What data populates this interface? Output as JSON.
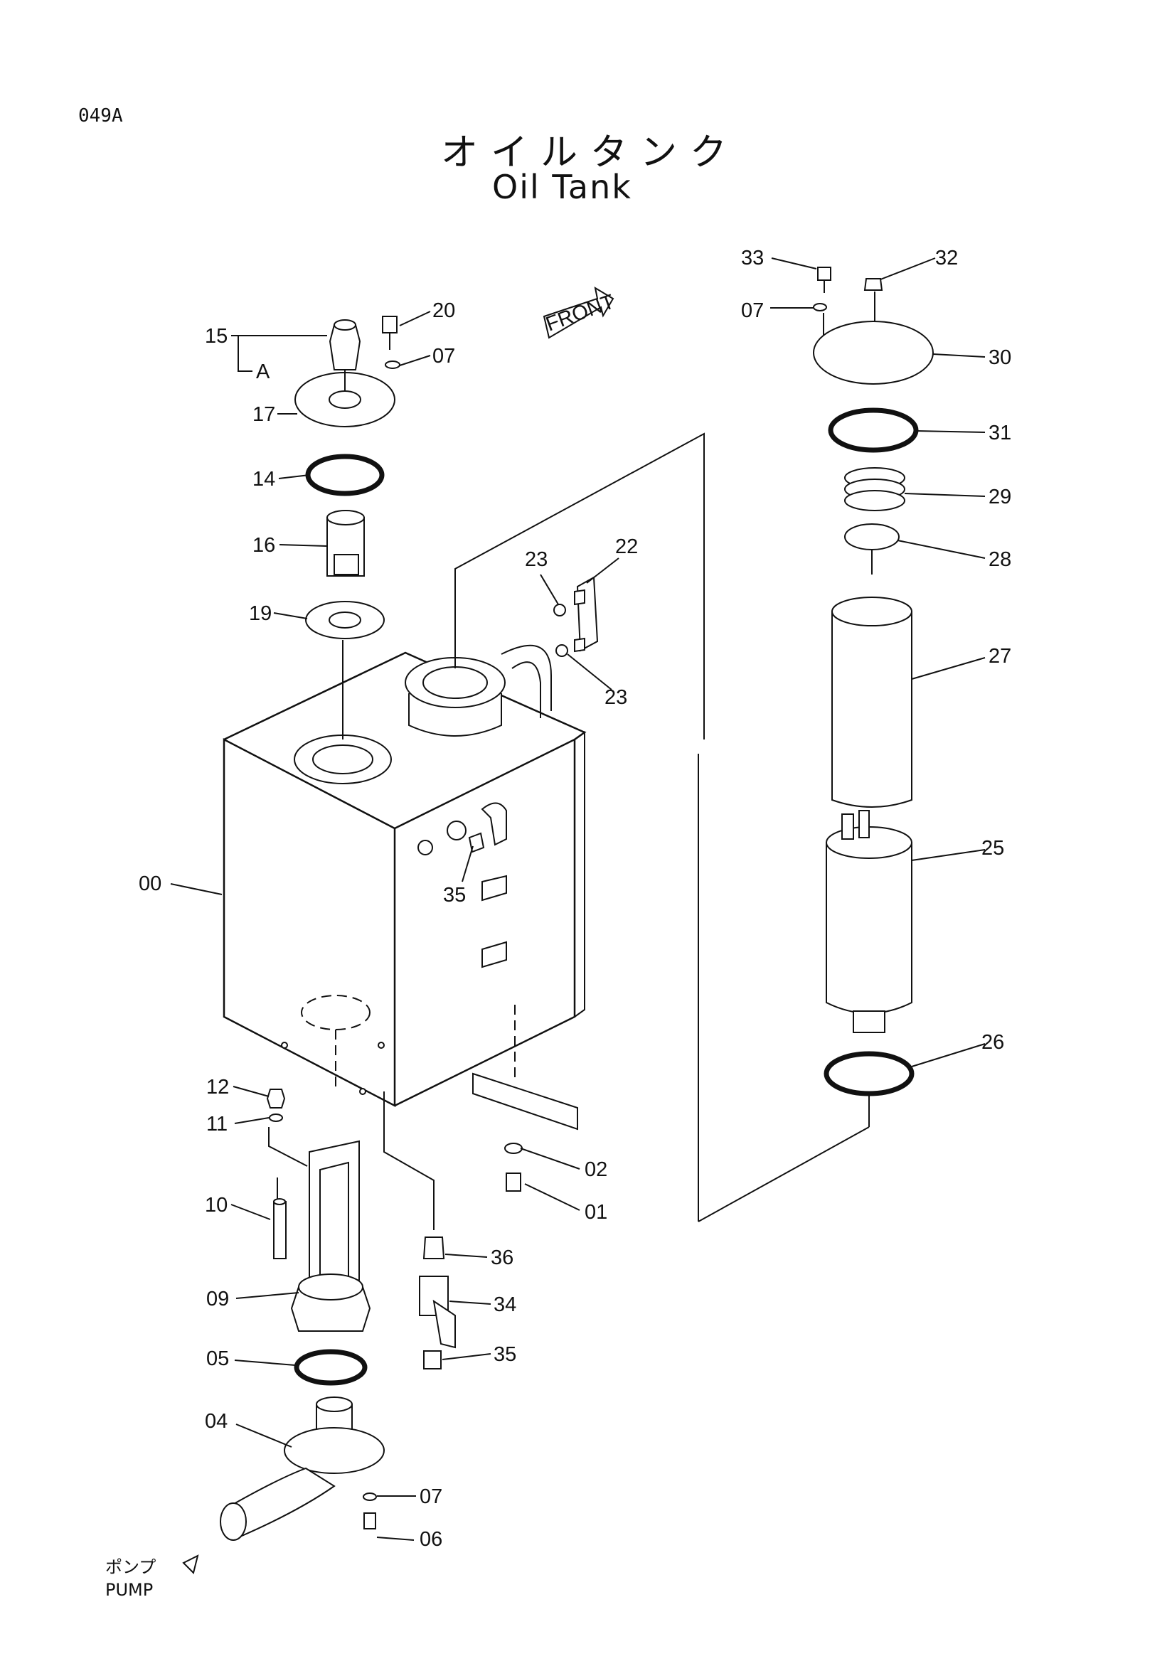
{
  "page_code": "049A",
  "title_jp": "オイルタンク",
  "title_en": "Oil Tank",
  "front_label": "FRONT",
  "pump_label_jp": "ポンプ",
  "pump_label_en": "PUMP",
  "sub_label": "A",
  "part_labels": {
    "p33": "33",
    "p32": "32",
    "p07a": "07",
    "p30": "30",
    "p31": "31",
    "p29": "29",
    "p28": "28",
    "p27": "27",
    "p25": "25",
    "p26": "26",
    "p15": "15",
    "p20": "20",
    "p07b": "07",
    "p17": "17",
    "p14": "14",
    "p16": "16",
    "p19": "19",
    "p23a": "23",
    "p22": "22",
    "p23b": "23",
    "p00": "00",
    "p35a": "35",
    "p12": "12",
    "p11": "11",
    "p10": "10",
    "p09": "09",
    "p05": "05",
    "p04": "04",
    "p07c": "07",
    "p06": "06",
    "p02": "02",
    "p01": "01",
    "p36": "36",
    "p34": "34",
    "p35b": "35"
  }
}
